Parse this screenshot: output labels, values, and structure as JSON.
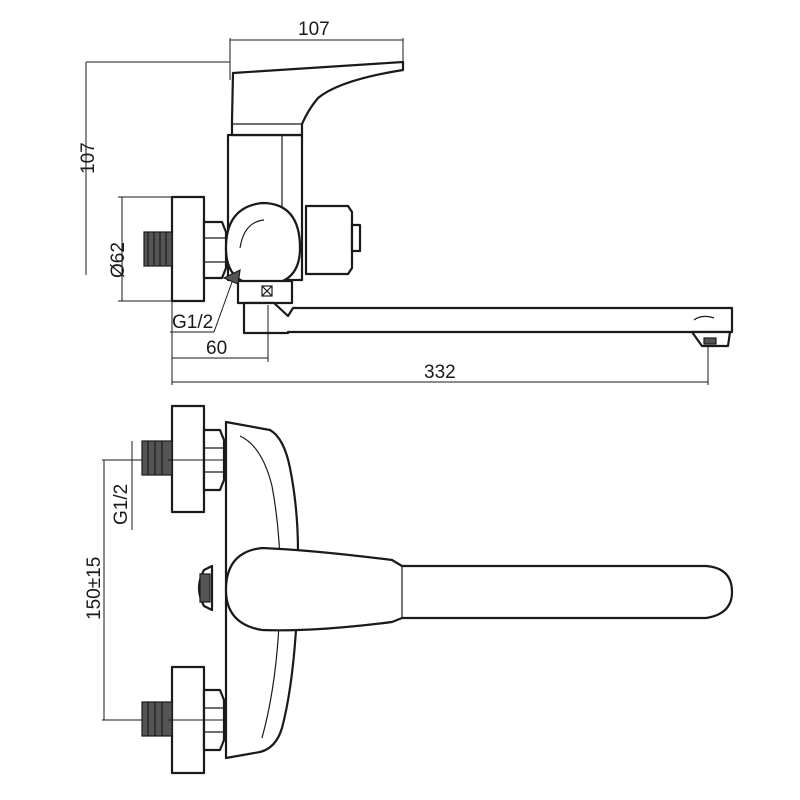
{
  "dimensions": {
    "top_width": "107",
    "top_height": "107",
    "flange_diameter": "Ø62",
    "thread_side": "G1/2",
    "offset": "60",
    "spout_length": "332",
    "thread_front": "G1/2",
    "center_distance": "150±15"
  }
}
